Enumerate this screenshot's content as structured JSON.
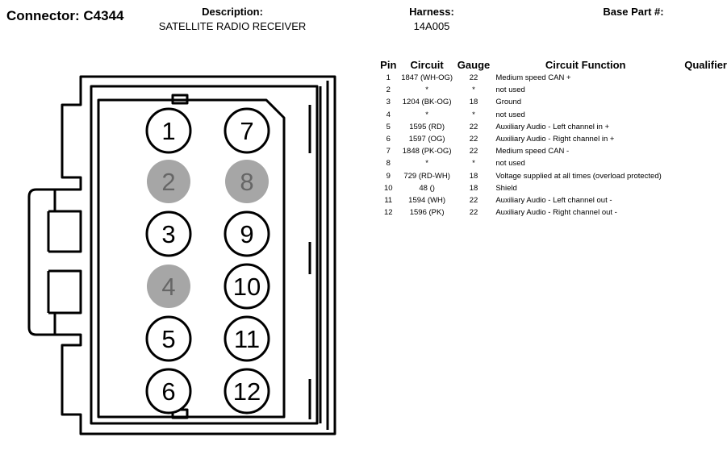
{
  "header": {
    "connector": "Connector: C4344",
    "description_label": "Description:",
    "description_value": "SATELLITE RADIO RECEIVER",
    "harness_label": "Harness:",
    "harness_value": "14A005",
    "base_part_label": "Base Part #:"
  },
  "pin_table": {
    "columns": [
      "Pin",
      "Circuit",
      "Gauge",
      "Circuit Function",
      "Qualifier"
    ],
    "rows": [
      {
        "pin": "1",
        "circuit": "1847 (WH-OG)",
        "gauge": "22",
        "function": "Medium speed CAN +"
      },
      {
        "pin": "2",
        "circuit": "*",
        "gauge": "*",
        "function": "not used"
      },
      {
        "pin": "3",
        "circuit": "1204 (BK-OG)",
        "gauge": "18",
        "function": "Ground"
      },
      {
        "pin": "4",
        "circuit": "*",
        "gauge": "*",
        "function": "not used"
      },
      {
        "pin": "5",
        "circuit": "1595 (RD)",
        "gauge": "22",
        "function": "Auxiliary Audio - Left channel in +"
      },
      {
        "pin": "6",
        "circuit": "1597 (OG)",
        "gauge": "22",
        "function": "Auxiliary Audio - Right channel in +"
      },
      {
        "pin": "7",
        "circuit": "1848 (PK-OG)",
        "gauge": "22",
        "function": "Medium speed CAN -"
      },
      {
        "pin": "8",
        "circuit": "*",
        "gauge": "*",
        "function": "not used"
      },
      {
        "pin": "9",
        "circuit": "729 (RD-WH)",
        "gauge": "18",
        "function": "Voltage supplied at all times (overload protected)"
      },
      {
        "pin": "10",
        "circuit": "48 ()",
        "gauge": "18",
        "function": "Shield"
      },
      {
        "pin": "11",
        "circuit": "1594 (WH)",
        "gauge": "22",
        "function": "Auxiliary Audio - Left channel out -"
      },
      {
        "pin": "12",
        "circuit": "1596 (PK)",
        "gauge": "22",
        "function": "Auxiliary Audio - Right channel out -"
      }
    ]
  },
  "connector_pins": [
    {
      "label": "1",
      "used": true
    },
    {
      "label": "2",
      "used": false
    },
    {
      "label": "3",
      "used": true
    },
    {
      "label": "4",
      "used": false
    },
    {
      "label": "5",
      "used": true
    },
    {
      "label": "6",
      "used": true
    },
    {
      "label": "7",
      "used": true
    },
    {
      "label": "8",
      "used": false
    },
    {
      "label": "9",
      "used": true
    },
    {
      "label": "10",
      "used": true
    },
    {
      "label": "11",
      "used": true
    },
    {
      "label": "12",
      "used": true
    }
  ],
  "colors": {
    "unused_pin_fill": "#a6a6a6",
    "unused_pin_text": "#666666",
    "line": "#000000"
  }
}
